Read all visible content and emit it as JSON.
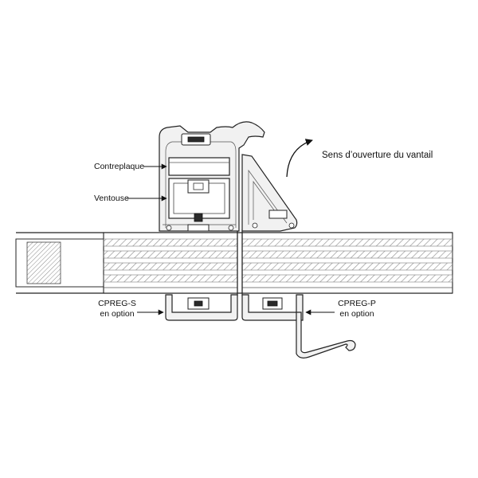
{
  "labels": {
    "contreplaque": "Contreplaque",
    "ventouse": "Ventouse",
    "sens_ouverture": "Sens d’ouverture du vantail",
    "cpreg_s_line1": "CPREG-S",
    "cpreg_s_line2": "en option",
    "cpreg_p_line1": "CPREG-P",
    "cpreg_p_line2": "en option"
  },
  "colors": {
    "stroke": "#222222",
    "profile_fill": "#f1f1f1",
    "hatch": "#9a9a9a",
    "background": "#ffffff"
  }
}
